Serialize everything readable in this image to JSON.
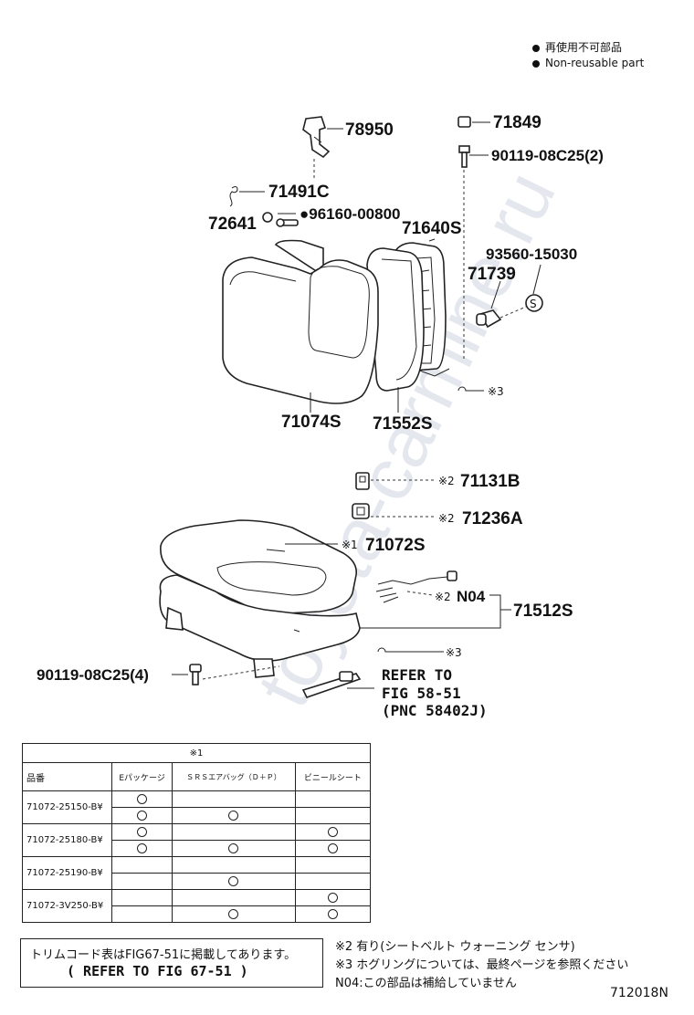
{
  "legend": {
    "jp": "再使用不可部品",
    "en": "Non-reusable part"
  },
  "parts": {
    "p78950": "78950",
    "p71849": "71849",
    "p90119_upper": "90119-08C25(2)",
    "p71491C": "71491C",
    "p96160": "●96160-00800",
    "p72641": "72641",
    "p71640S": "71640S",
    "p93560": "93560-15030",
    "p71739": "71739",
    "p71074S": "71074S",
    "p71552S": "71552S",
    "mark3_upper": "※3",
    "p71131B": "71131B",
    "p71236A": "71236A",
    "p71072S": "71072S",
    "pN04": "N04",
    "p71512S": "71512S",
    "mark3_lower": "※3",
    "p90119_lower": "90119-08C25(4)",
    "refer1": "REFER TO",
    "refer2": "FIG 58-51",
    "refer3": "(PNC 58402J)",
    "mark1": "※1",
    "mark2": "※2"
  },
  "table": {
    "title": "※1",
    "headers": [
      "品番",
      "Eパッケージ",
      "ＳＲＳエアバッグ（Ｄ＋Ｐ）",
      "ビニールシート"
    ],
    "groups": [
      {
        "pn": "71072-25150-B¥",
        "rows": [
          [
            true,
            false,
            false
          ],
          [
            true,
            true,
            false
          ]
        ]
      },
      {
        "pn": "71072-25180-B¥",
        "rows": [
          [
            true,
            false,
            true
          ],
          [
            true,
            true,
            true
          ]
        ]
      },
      {
        "pn": "71072-25190-B¥",
        "rows": [
          [
            false,
            false,
            false
          ],
          [
            false,
            true,
            false
          ]
        ]
      },
      {
        "pn": "71072-3V250-B¥",
        "rows": [
          [
            false,
            false,
            true
          ],
          [
            false,
            true,
            true
          ]
        ]
      }
    ]
  },
  "notebox": {
    "line1": "トリムコード表はFIG67-51に掲載してあります。",
    "line2": "(  REFER TO FIG 67-51 )"
  },
  "notes": [
    "※2 有り(シートベルト ウォーニング センサ)",
    "※3 ホグリングについては、最終ページを参照ください",
    "N04:この部品は補給していません"
  ],
  "figure_id": "712018N",
  "watermark": "toyota-carmine.ru"
}
